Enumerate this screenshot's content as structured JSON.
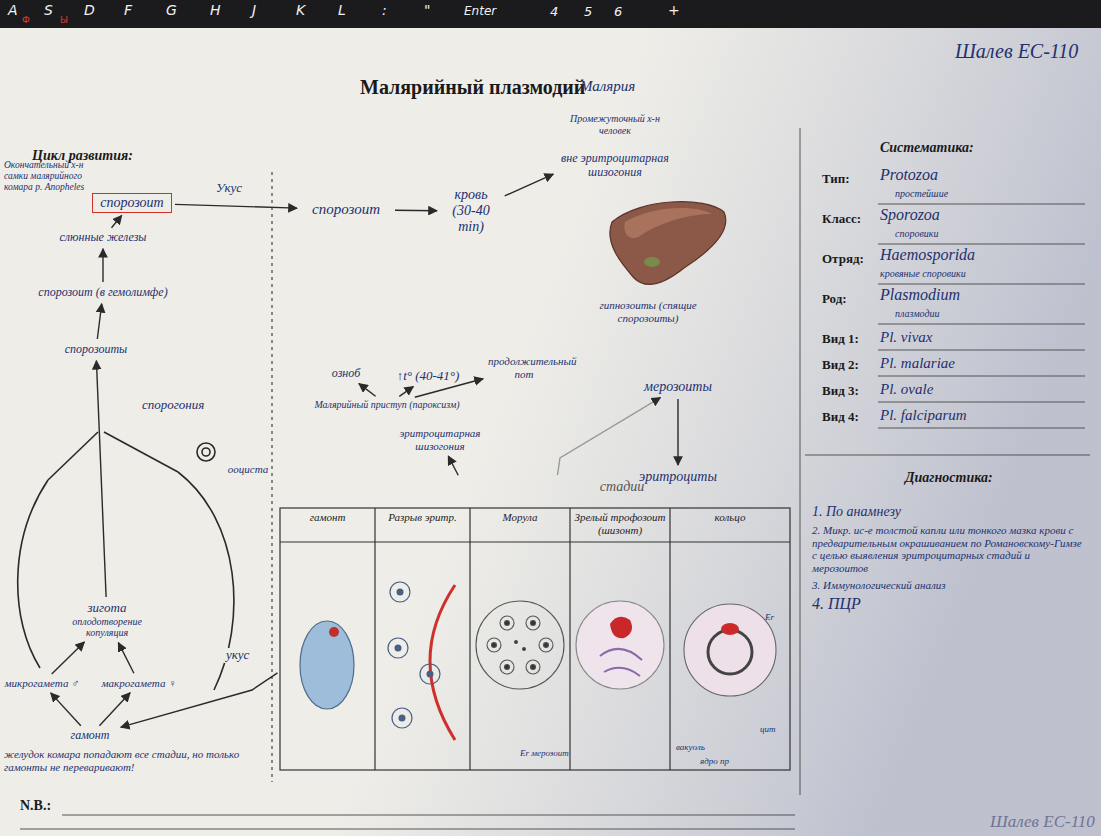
{
  "diagram": {
    "title": "Малярийный плазмодий",
    "nodes": [
      {
        "text": [
          "спорозоит"
        ]
      },
      {
        "text": [
          "спорозоит"
        ]
      },
      {
        "text": [
          "кровь (30-40 min)"
        ]
      },
      {
        "text": [
          "Промежуточный х-н человек",
          "вне эритроцитарная шизогония"
        ]
      },
      {
        "text": [
          "гипнозоиты (спящие спорозоиты)"
        ]
      },
      {
        "text": [
          "мерозоиты"
        ]
      },
      {
        "text": [
          "эритроциты"
        ]
      },
      {
        "text": [
          "озноб"
        ]
      },
      {
        "text": [
          "↑t° (40-41°)"
        ]
      },
      {
        "text": [
          "продолжительный пот"
        ]
      },
      {
        "text": [
          "Малярийный приступ (пароксизм)"
        ]
      },
      {
        "text": [
          "эритроцитарная шизогония"
        ]
      },
      {
        "text": [
          "стадии"
        ]
      },
      {
        "text": [
          "гамонт"
        ],
        "in": 12
      },
      {
        "text": [
          "Разрыв эритр."
        ],
        "in": 12
      },
      {
        "text": [
          "Морула"
        ],
        "in": 12
      },
      {
        "text": [
          "Зрелый трофозоит (шизонт)"
        ],
        "in": 12
      },
      {
        "text": [
          "кольцо"
        ],
        "in": 12
      },
      {
        "text": [
          "микрогамета ♂"
        ]
      },
      {
        "text": [
          "макрогамета ♀"
        ]
      },
      {
        "text": [
          "зигота",
          "оплодотворение копуляция"
        ]
      },
      {
        "text": [
          "гамонт"
        ]
      },
      {
        "text": [
          "ооциста"
        ]
      },
      {
        "text": [
          "спорозоиты"
        ]
      },
      {
        "text": [
          "спорозоит (в гемолимфе)"
        ]
      },
      {
        "text": [
          "слюнные железы"
        ]
      }
    ],
    "edges": [
      {
        "from": 0,
        "to": 1,
        "label": "Укус",
        "arrow": "to"
      },
      {
        "from": 1,
        "to": 2,
        "arrow": "to"
      },
      {
        "from": 2,
        "to": 3,
        "arrow": "to"
      },
      {
        "from": 5,
        "to": 6,
        "arrow": "to"
      },
      {
        "from": 12,
        "to": 5,
        "arrow": "to"
      },
      {
        "from": 12,
        "to": 11,
        "arrow": "to"
      },
      {
        "from": 10,
        "to": 7,
        "arrow": "to"
      },
      {
        "from": 10,
        "to": 8,
        "arrow": "to"
      },
      {
        "from": 10,
        "to": 9,
        "arrow": "to"
      },
      {
        "from": 13,
        "to": 21,
        "label": "укус",
        "arrow": "to"
      },
      {
        "from": 21,
        "to": 18,
        "arrow": "to"
      },
      {
        "from": 21,
        "to": 19,
        "arrow": "to"
      },
      {
        "from": 18,
        "to": 20,
        "arrow": "to"
      },
      {
        "from": 19,
        "to": 20,
        "arrow": "to"
      },
      {
        "from": 20,
        "to": 23,
        "label": "спорогония",
        "arrow": "to"
      },
      {
        "from": 23,
        "to": 24,
        "arrow": "to"
      },
      {
        "from": 24,
        "to": 25,
        "arrow": "to"
      },
      {
        "from": 25,
        "to": 0,
        "arrow": "to"
      }
    ],
    "labels": [
      "A",
      "S",
      "D",
      "F",
      "G",
      "H",
      "J",
      "K",
      "L",
      ":",
      "\"",
      "Enter",
      "4",
      "5",
      "6",
      "+",
      "Ф",
      "Ы",
      "Малярия",
      "Шалев ЕС-110",
      "Цикл развития:",
      "Окончательный х-н самки малярийного комара р. Anopheles",
      "желудок комара попадают все стадии, но только гамонты не переваривают!",
      "Er мерозоит",
      "Er",
      "вакуоль",
      "ядро пр",
      "цит",
      "Систематика:",
      "Тип:",
      "Protozoa",
      "простейшие",
      "Класс:",
      "Sporozoa",
      "споровики",
      "Отряд:",
      "Haemosporida",
      "кровяные споровики",
      "Род:",
      "Plasmodium",
      "плазмодии",
      "Вид 1:",
      "Pl. vivax",
      "Вид 2:",
      "Pl. malariae",
      "Вид 3:",
      "Pl. ovale",
      "Вид 4:",
      "Pl. falciparum",
      "Диагностика:",
      "1. По анамнезу",
      "2. Микр. ис-е толстой капли или тонкого мазка крови с предварительным окрашиванием по Романовскому-Гимзе с целью выявления эритроцитарных стадий и мерозоитов",
      "3. Иммунологический анализ",
      "4. ПЦР",
      "N.B.:",
      "Шалев ЕС-110"
    ]
  }
}
